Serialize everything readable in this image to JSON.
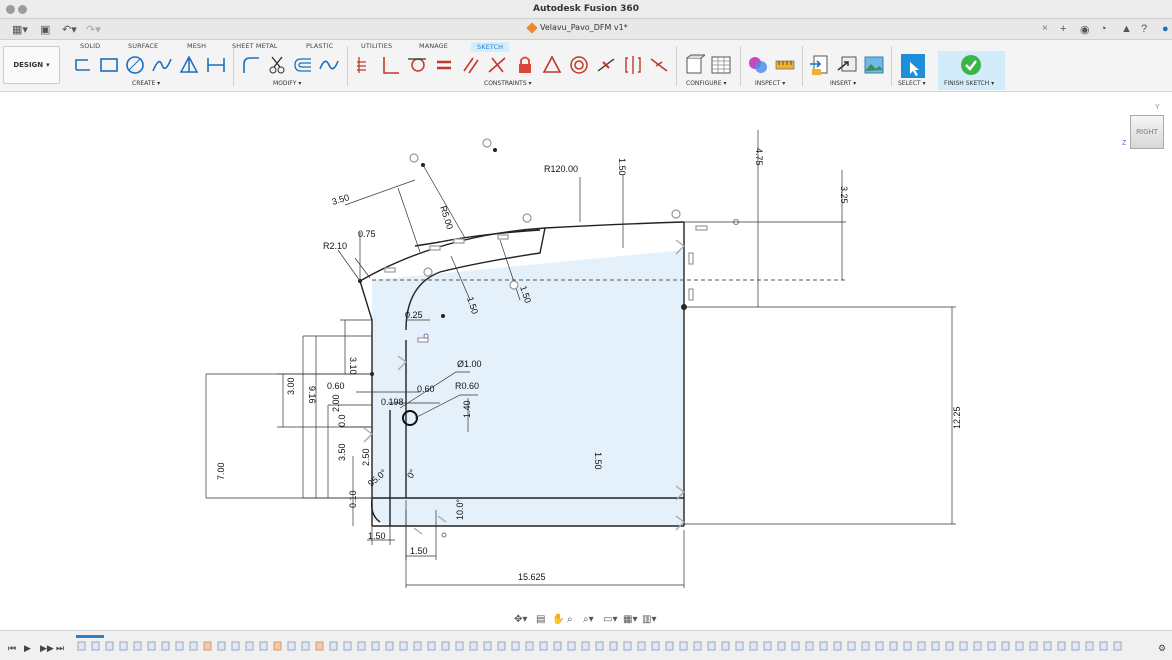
{
  "window": {
    "title": "Autodesk Fusion 360"
  },
  "document": {
    "tab_title": "Velavu_Pavo_DFM v1*"
  },
  "workspace": {
    "label": "DESIGN"
  },
  "tabs": [
    {
      "label": "SOLID"
    },
    {
      "label": "SURFACE"
    },
    {
      "label": "MESH"
    },
    {
      "label": "SHEET METAL"
    },
    {
      "label": "PLASTIC"
    },
    {
      "label": "UTILITIES"
    },
    {
      "label": "MANAGE"
    },
    {
      "label": "SKETCH"
    }
  ],
  "groups": {
    "create": "CREATE ▾",
    "modify": "MODIFY ▾",
    "constraints": "CONSTRAINTS ▾",
    "configure": "CONFIGURE ▾",
    "inspect": "INSPECT ▾",
    "insert": "INSERT ▾",
    "select": "SELECT ▾",
    "finish": "FINISH SKETCH ▾"
  },
  "viewcube": {
    "face": "RIGHT",
    "axis_y": "Y",
    "axis_z": "Z"
  },
  "dimensions": {
    "d_475": "4.75",
    "d_150_top": "1.50",
    "d_325": "3.25",
    "r120": "R120.00",
    "d_350": "3.50",
    "r5": "R5.00",
    "d_075": "0.75",
    "r210": "R2.10",
    "d_150_a": "1.50",
    "d_150_b": "1.50",
    "d_025": "0.25",
    "d_310": "3.10",
    "d_300": "3.00",
    "d_916": "9.16",
    "d_060_a": "0.60",
    "dia100": "Ø1.00",
    "r060": "R0.60",
    "d_060_b": "0.60",
    "d_0198": "0.198",
    "d_200": "2.00",
    "d_140": "1.40",
    "d_700": "7.00",
    "d_350_b": "3.50",
    "d_250": "2.50",
    "d_150_mid": "1.50",
    "d_1225": "12.25",
    "d_010": "0.10",
    "d_150_c": "1.50",
    "d_150_d": "1.50",
    "d_15625": "15.625",
    "ang_95": "95.0°",
    "ang_0": "0°",
    "d_10": "10.0°",
    "d_00": "0.0"
  },
  "colors": {
    "accent": "#1a7fd0",
    "sketch_fill": "#e4f1fa",
    "profile": "#222222",
    "finish_green": "#3bb54a"
  }
}
